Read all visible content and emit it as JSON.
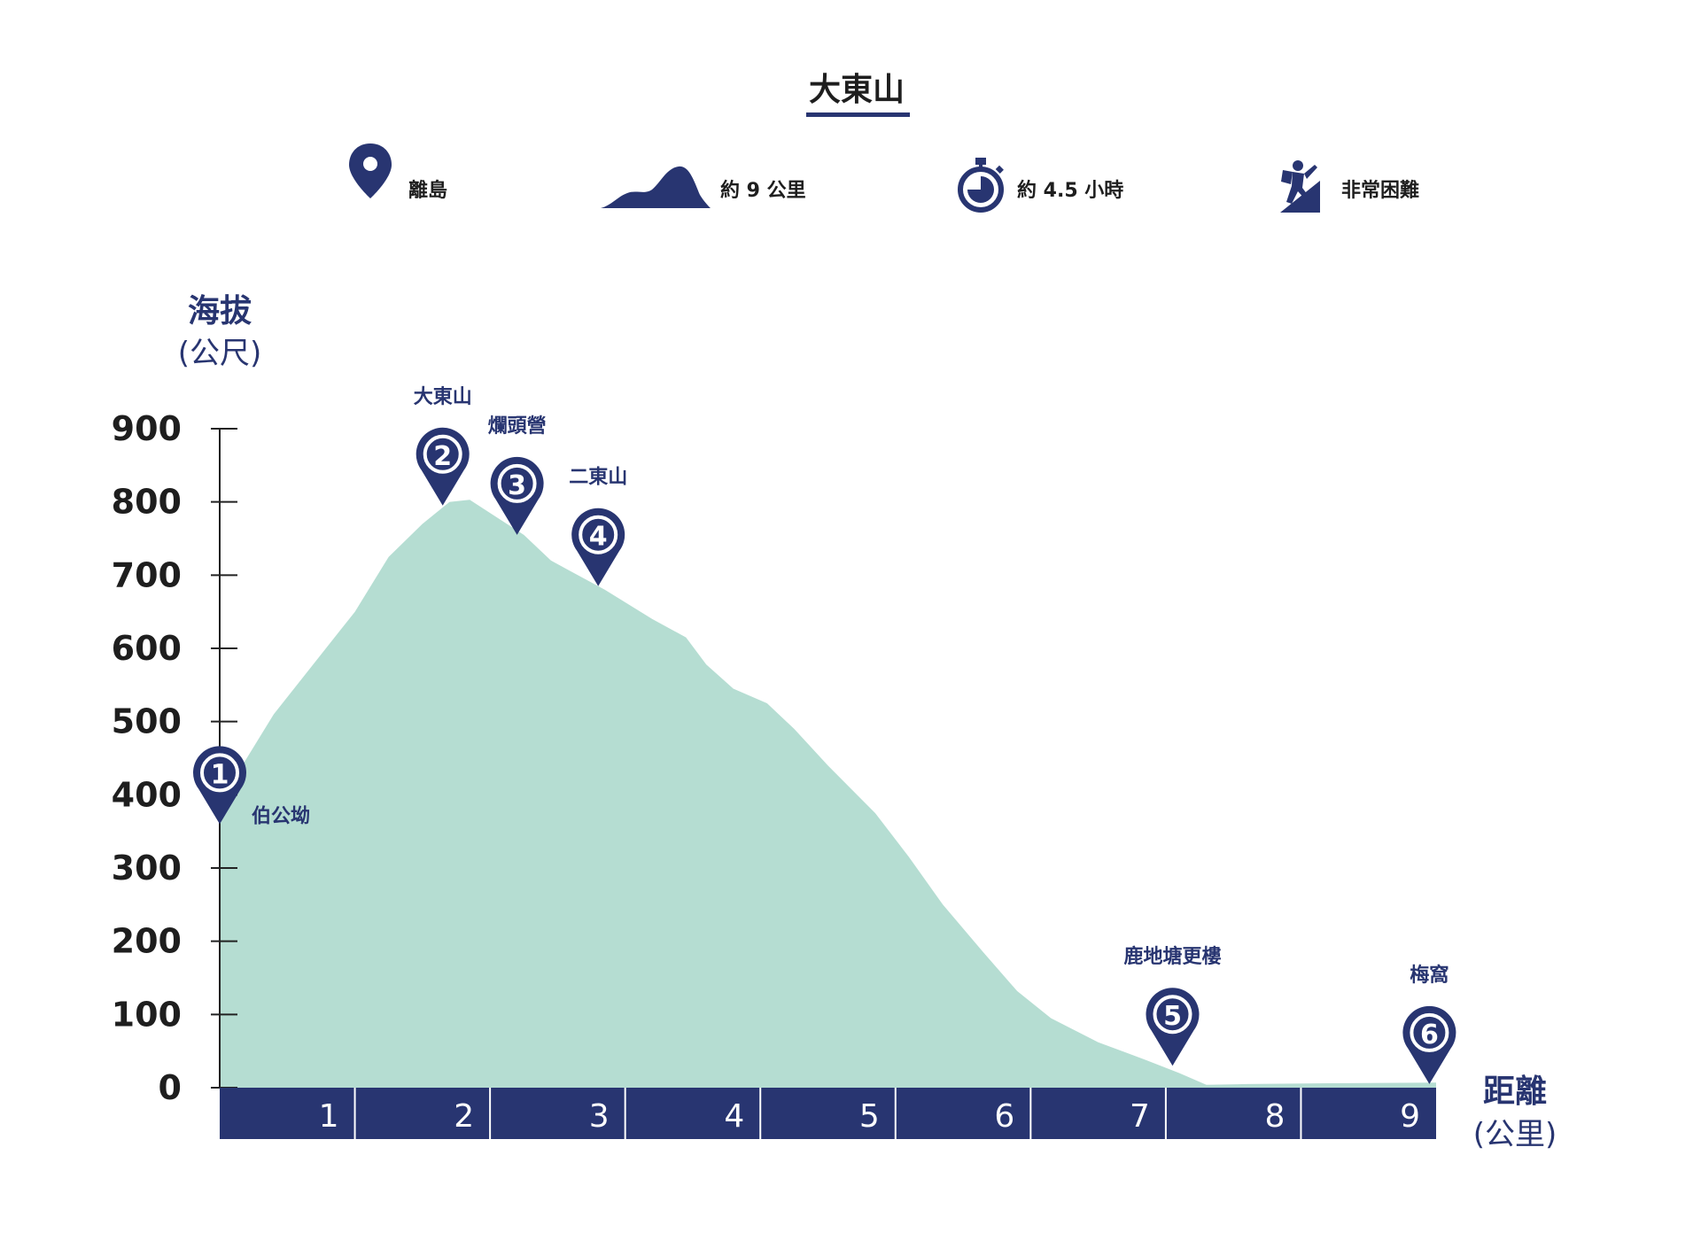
{
  "colors": {
    "primary": "#283571",
    "area_fill": "#b5ddd2",
    "axis": "#222222",
    "text_dark": "#1e1e1e",
    "white": "#ffffff"
  },
  "info": [
    {
      "icon": "location-pin-icon",
      "text": "離島"
    },
    {
      "icon": "mountain-icon",
      "text": "約 9 公里"
    },
    {
      "icon": "stopwatch-icon",
      "text": "約 4.5 小時"
    },
    {
      "icon": "climber-icon",
      "text": "非常困難"
    }
  ],
  "chart_data": {
    "type": "area",
    "title": "大東山",
    "ylabel": "海拔",
    "ylabel_unit": "(公尺)",
    "xlabel": "距離",
    "xlabel_unit": "(公里)",
    "ylim": [
      0,
      900
    ],
    "xlim": [
      0,
      9
    ],
    "yticks": [
      0,
      100,
      200,
      300,
      400,
      500,
      600,
      700,
      800,
      900
    ],
    "xticks": [
      "1",
      "2",
      "3",
      "4",
      "5",
      "6",
      "7",
      "8",
      "9"
    ],
    "grid": false,
    "profile": [
      [
        0,
        380
      ],
      [
        0.1,
        420
      ],
      [
        0.4,
        510
      ],
      [
        0.7,
        580
      ],
      [
        1.0,
        650
      ],
      [
        1.25,
        725
      ],
      [
        1.5,
        770
      ],
      [
        1.7,
        800
      ],
      [
        1.85,
        803
      ],
      [
        2.0,
        785
      ],
      [
        2.25,
        755
      ],
      [
        2.45,
        720
      ],
      [
        2.85,
        680
      ],
      [
        3.2,
        640
      ],
      [
        3.45,
        615
      ],
      [
        3.6,
        578
      ],
      [
        3.8,
        545
      ],
      [
        4.05,
        525
      ],
      [
        4.25,
        490
      ],
      [
        4.5,
        440
      ],
      [
        4.85,
        375
      ],
      [
        5.1,
        315
      ],
      [
        5.35,
        250
      ],
      [
        5.65,
        185
      ],
      [
        5.9,
        132
      ],
      [
        6.15,
        95
      ],
      [
        6.5,
        62
      ],
      [
        6.85,
        38
      ],
      [
        7.1,
        20
      ],
      [
        7.3,
        4
      ],
      [
        7.6,
        5
      ],
      [
        8.2,
        6
      ],
      [
        9.0,
        7
      ]
    ],
    "waypoints": [
      {
        "number": "1",
        "name": "伯公坳",
        "x": 0,
        "y": 360
      },
      {
        "number": "2",
        "name": "大東山",
        "x": 1.65,
        "y": 795
      },
      {
        "number": "3",
        "name": "爛頭營",
        "x": 2.2,
        "y": 755
      },
      {
        "number": "4",
        "name": "二東山",
        "x": 2.8,
        "y": 685
      },
      {
        "number": "5",
        "name": "鹿地塘更樓",
        "x": 7.05,
        "y": 30
      },
      {
        "number": "6",
        "name": "梅窩",
        "x": 8.95,
        "y": 5
      }
    ]
  }
}
